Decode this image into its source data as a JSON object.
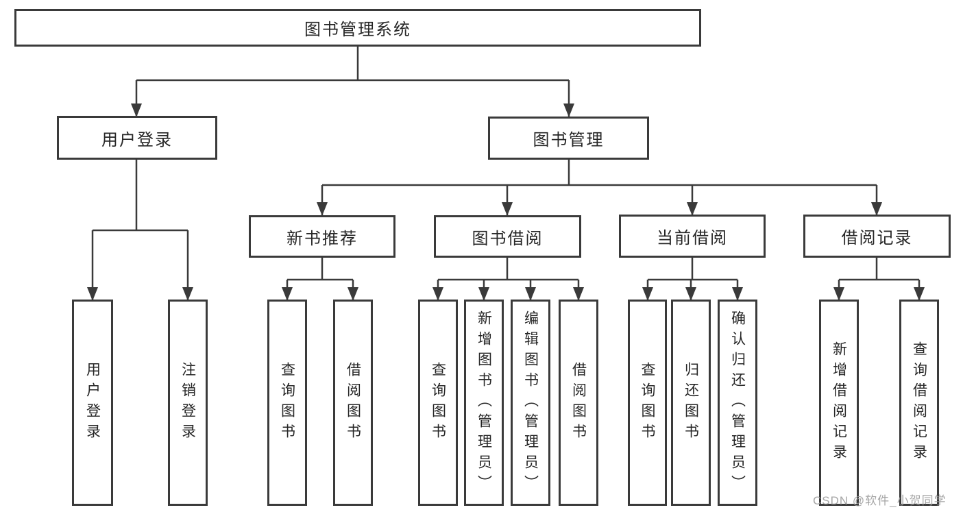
{
  "watermark": "CSDN @软件_小贺同学",
  "colors": {
    "line": "#3a3a3a",
    "box_border": "#3a3a3a",
    "box_background": "#ffffff",
    "text": "#262626",
    "watermark_text": "#9c9c9c"
  },
  "tree": {
    "label": "图书管理系统",
    "children": [
      {
        "label": "用户登录",
        "children": [
          {
            "label": "用户登录"
          },
          {
            "label": "注销登录"
          }
        ]
      },
      {
        "label": "图书管理",
        "children": [
          {
            "label": "新书推荐",
            "children": [
              {
                "label": "查询图书"
              },
              {
                "label": "借阅图书"
              }
            ]
          },
          {
            "label": "图书借阅",
            "children": [
              {
                "label": "查询图书"
              },
              {
                "label": "新增图书（管理员）"
              },
              {
                "label": "编辑图书（管理员）"
              },
              {
                "label": "借阅图书"
              }
            ]
          },
          {
            "label": "当前借阅",
            "children": [
              {
                "label": "查询图书"
              },
              {
                "label": "归还图书"
              },
              {
                "label": "确认归还（管理员）"
              }
            ]
          },
          {
            "label": "借阅记录",
            "children": [
              {
                "label": "新增借阅记录"
              },
              {
                "label": "查询借阅记录"
              }
            ]
          }
        ]
      }
    ]
  }
}
